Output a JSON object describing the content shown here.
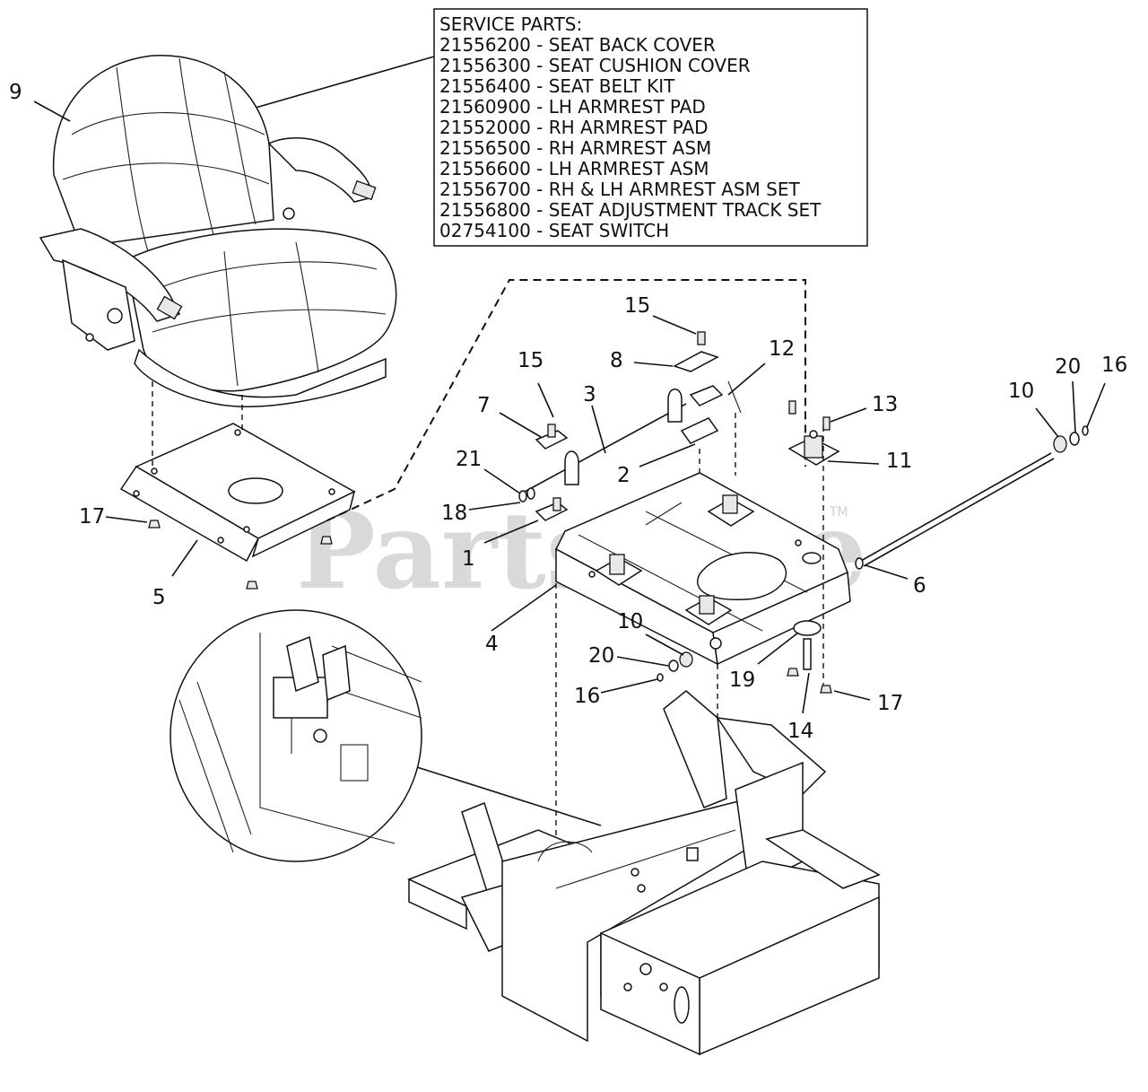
{
  "service_parts": {
    "heading": "SERVICE PARTS:",
    "items": [
      "21556200 - SEAT BACK COVER",
      "21556300 - SEAT CUSHION COVER",
      "21556400 - SEAT BELT KIT",
      "21560900 - LH ARMREST PAD",
      "21552000 - RH ARMREST PAD",
      "21556500 - RH ARMREST ASM",
      "21556600 - LH ARMREST ASM",
      "21556700 - RH & LH ARMREST ASM SET",
      "21556800 - SEAT ADJUSTMENT TRACK SET",
      "02754100 - SEAT SWITCH"
    ]
  },
  "watermark": {
    "text": "PartsTree",
    "mark": "TM"
  },
  "callouts": [
    "9",
    "15",
    "8",
    "12",
    "15",
    "3",
    "7",
    "21",
    "18",
    "2",
    "13",
    "11",
    "10",
    "20",
    "16",
    "1",
    "6",
    "17",
    "5",
    "4",
    "10",
    "20",
    "16",
    "19",
    "14",
    "17"
  ]
}
